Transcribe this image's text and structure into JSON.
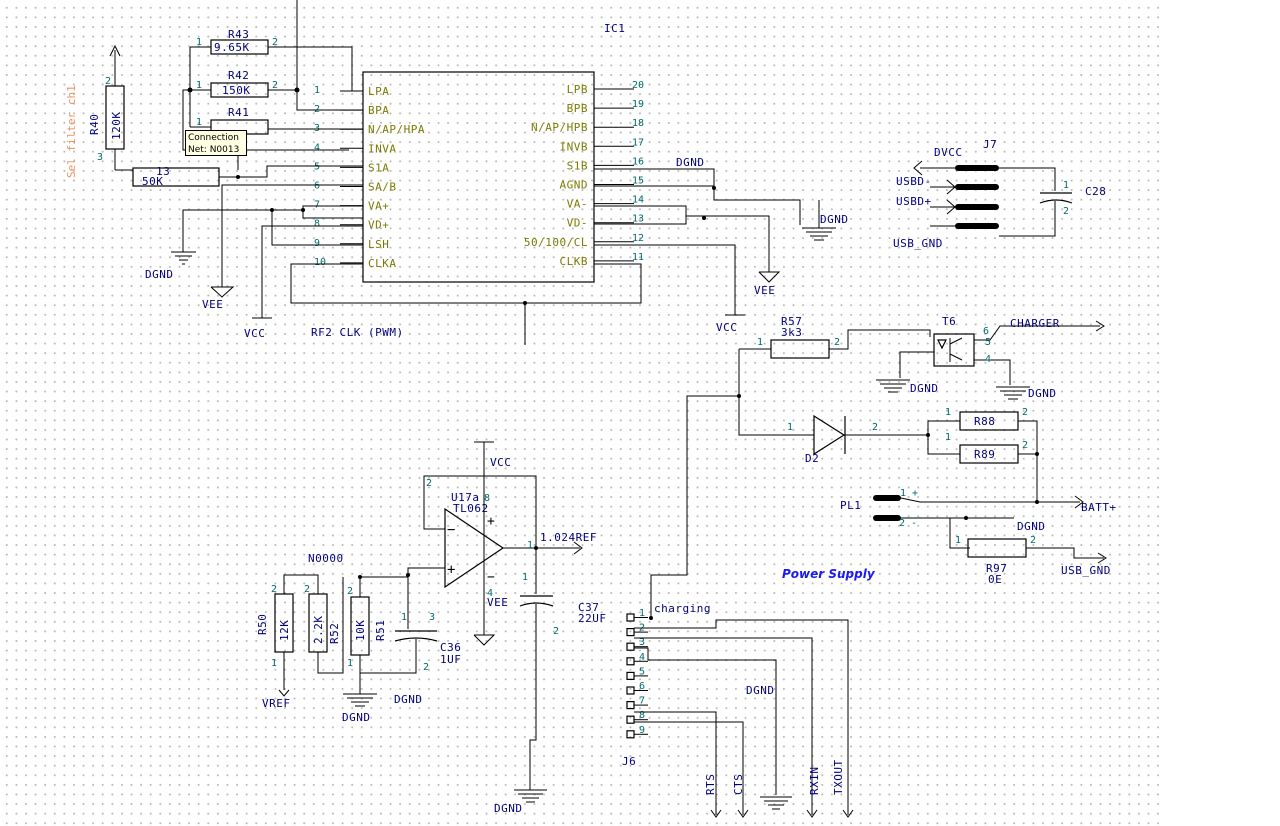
{
  "ic1": {
    "ref": "IC1",
    "left_pins": [
      {
        "num": "1",
        "name": "LPA"
      },
      {
        "num": "2",
        "name": "BPA"
      },
      {
        "num": "3",
        "name": "N/AP/HPA"
      },
      {
        "num": "4",
        "name": "INVA"
      },
      {
        "num": "5",
        "name": "S1A"
      },
      {
        "num": "6",
        "name": "SA/B"
      },
      {
        "num": "7",
        "name": "VA+"
      },
      {
        "num": "8",
        "name": "VD+"
      },
      {
        "num": "9",
        "name": "LSH"
      },
      {
        "num": "10",
        "name": "CLKA"
      }
    ],
    "right_pins": [
      {
        "num": "20",
        "name": "LPB"
      },
      {
        "num": "19",
        "name": "BPB"
      },
      {
        "num": "18",
        "name": "N/AP/HPB"
      },
      {
        "num": "17",
        "name": "INVB"
      },
      {
        "num": "16",
        "name": "S1B"
      },
      {
        "num": "15",
        "name": "AGND"
      },
      {
        "num": "14",
        "name": "VA-"
      },
      {
        "num": "13",
        "name": "VD-"
      },
      {
        "num": "12",
        "name": "50/100/CL"
      },
      {
        "num": "11",
        "name": "CLKB"
      }
    ]
  },
  "resistors": {
    "r43": {
      "ref": "R43",
      "value": "9.65K"
    },
    "r42": {
      "ref": "R42",
      "value": "150K"
    },
    "r41": {
      "ref": "R41"
    },
    "r40": {
      "ref": "R40",
      "value": "120K"
    },
    "pot": {
      "value": "50K"
    },
    "r57": {
      "ref": "R57",
      "value": "3k3"
    },
    "r88": {
      "ref": "R88"
    },
    "r89": {
      "ref": "R89"
    },
    "r97": {
      "ref": "R97",
      "value": "0E"
    },
    "r50": {
      "ref": "R50",
      "value": "12K"
    },
    "r52": {
      "ref": "R52",
      "value": "2.2K"
    },
    "r51": {
      "ref": "R51",
      "value": "10K"
    }
  },
  "caps": {
    "c28": {
      "ref": "C28"
    },
    "c36": {
      "ref": "C36",
      "value": "1UF"
    },
    "c37": {
      "ref": "C37",
      "value": "22UF"
    }
  },
  "opamp": {
    "ref": "U17a",
    "value": "TL062"
  },
  "parts": {
    "j7": "J7",
    "t6": "T6",
    "d2": "D2",
    "pl1": "PL1",
    "j6": "J6"
  },
  "nets": {
    "dgnd": "DGND",
    "vee": "VEE",
    "vcc": "VCC",
    "dvcc": "DVCC",
    "usbd_minus": "USBD-",
    "usbd_plus": "USBD+",
    "usb_gnd": "USB_GND",
    "charger": "CHARGER",
    "batt_plus": "BATT+",
    "ref": "1.024REF",
    "vref": "VREF",
    "n0000": "N0000",
    "rf2clk": "RF2 CLK (PWM)",
    "charging": "charging",
    "rts": "RTS",
    "cts": "CTS",
    "rxin": "RXIN",
    "txout": "TXOUT"
  },
  "annotations": {
    "sel_filter": "Sel filter ch1",
    "power_supply": "Power Supply"
  },
  "tooltip": {
    "line1": "Connection",
    "line2": "Net: N0013"
  },
  "colors": {
    "wire": "#000000",
    "label": "#00007f",
    "pin_number": "#006b6b",
    "ic_pin_name": "#7a7a00",
    "annotation": "#1a1aee",
    "orange": "#f09060",
    "tooltip_bg": "#ffffe1"
  }
}
